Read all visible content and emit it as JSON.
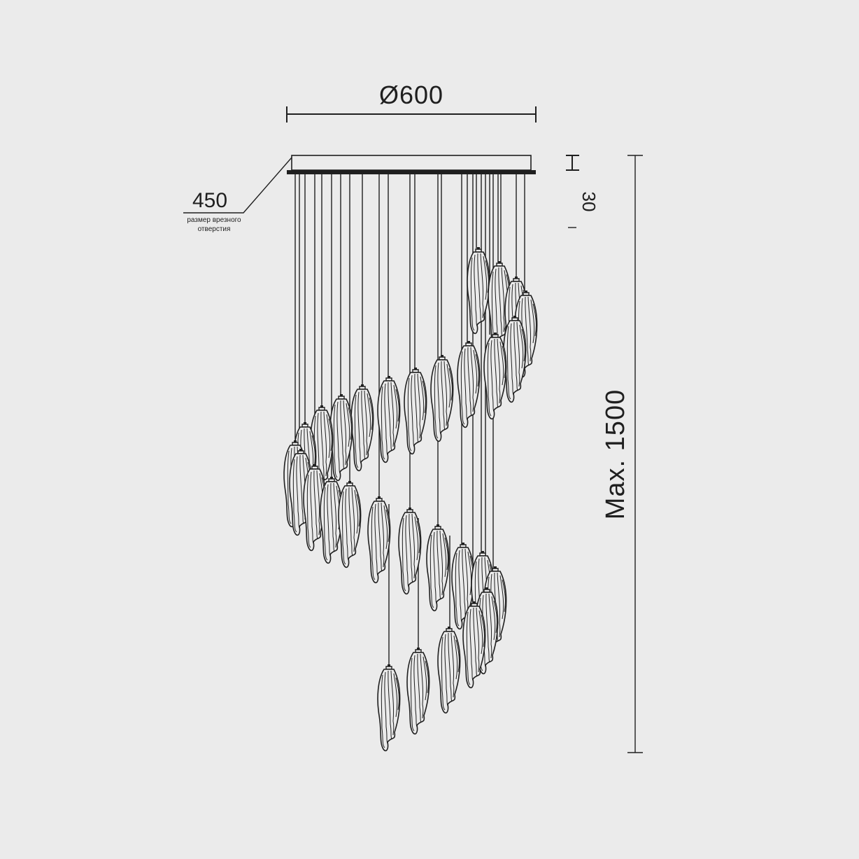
{
  "dimensions": {
    "diameter": "Ø600",
    "cutout": "450",
    "cutout_note": "размер врезного отверстия",
    "canopy_height": "30",
    "max_height": "Max. 1500"
  },
  "colors": {
    "background": "#ebebeb",
    "line": "#1f1f1f"
  }
}
